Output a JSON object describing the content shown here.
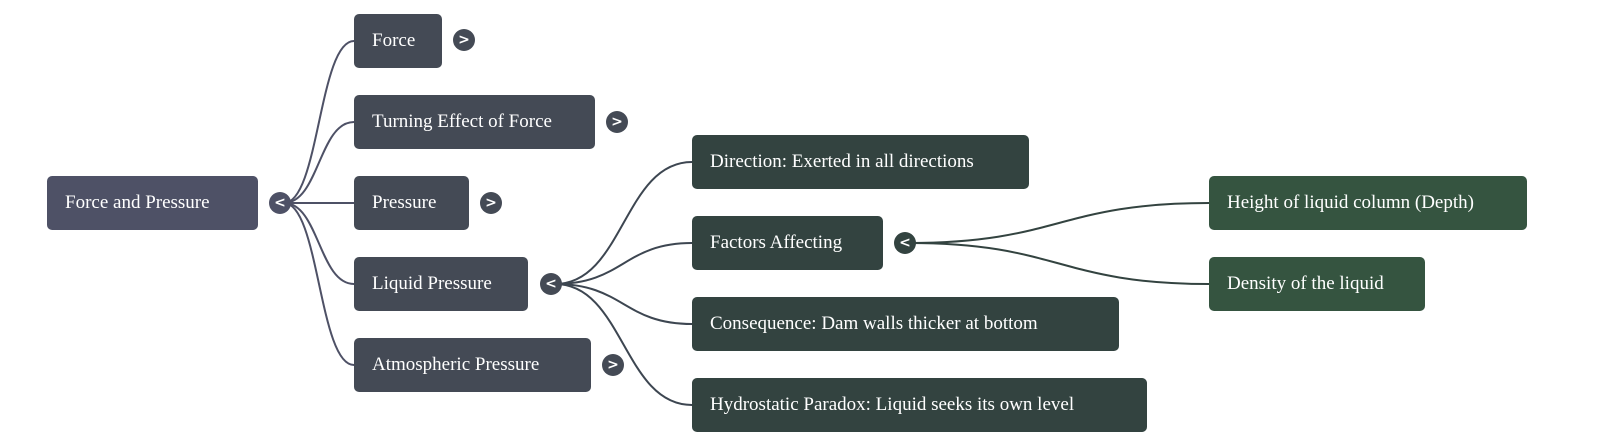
{
  "colors": {
    "root": "#4e5166",
    "level1": "#444a55",
    "level2": "#334340",
    "level3": "#355440",
    "edge_root": "#4e5166",
    "edge_level2": "#3d4651",
    "edge_level3": "#334340"
  },
  "mindmap": {
    "root": {
      "label": "Force and Pressure",
      "toggle": "<",
      "toggle_icon": "collapse-icon",
      "children": [
        {
          "label": "Force",
          "toggle": ">",
          "toggle_icon": "expand-icon"
        },
        {
          "label": "Turning Effect of Force",
          "toggle": ">",
          "toggle_icon": "expand-icon"
        },
        {
          "label": "Pressure",
          "toggle": ">",
          "toggle_icon": "expand-icon"
        },
        {
          "label": "Liquid Pressure",
          "toggle": "<",
          "toggle_icon": "collapse-icon",
          "children": [
            {
              "label": "Direction: Exerted in all directions"
            },
            {
              "label": "Factors Affecting",
              "toggle": "<",
              "toggle_icon": "collapse-icon",
              "children": [
                {
                  "label": "Height of liquid column (Depth)"
                },
                {
                  "label": "Density of the liquid"
                }
              ]
            },
            {
              "label": "Consequence: Dam walls thicker at bottom"
            },
            {
              "label": "Hydrostatic Paradox: Liquid seeks its own level"
            }
          ]
        },
        {
          "label": "Atmospheric Pressure",
          "toggle": ">",
          "toggle_icon": "expand-icon"
        }
      ]
    }
  }
}
